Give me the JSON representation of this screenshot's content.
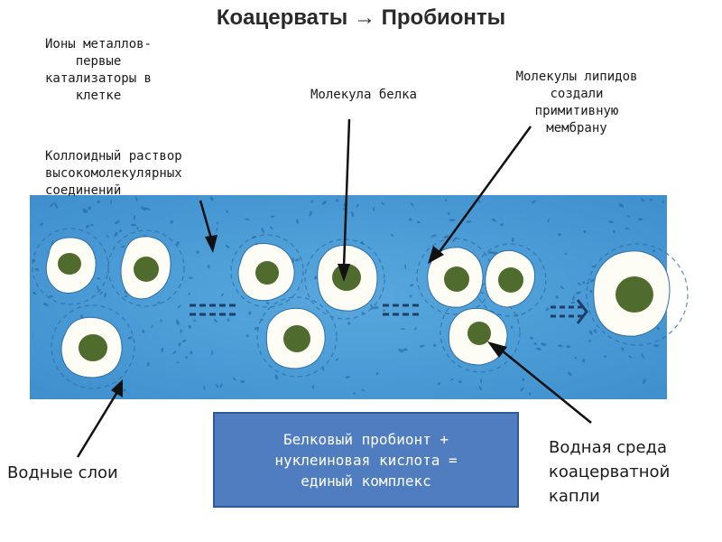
{
  "title": "Коацерваты → Пробионты",
  "labels": {
    "metal_ions": [
      "Ионы металлов-",
      "первые",
      "катализаторы в",
      "клетке"
    ],
    "protein_molecule": [
      "Молекула белка"
    ],
    "lipid_molecules": [
      "Молекулы  липидов",
      "создали",
      "примитивную",
      "мембрану"
    ],
    "colloid_solution": [
      "Коллоидный раствор",
      "высокомолекулярных",
      "соединений"
    ],
    "water_layers": [
      "Водные слои"
    ],
    "aqueous_medium": [
      "Водная среда",
      "коацерватной",
      "капли"
    ]
  },
  "infobox": {
    "text": "Белковый пробионт +\nнуклеиновая кислота =\nединый комплекс"
  },
  "colors": {
    "background_medium": "#4b9cd6",
    "droplet_shell": "#fdfdf5",
    "nucleus": "#4f6b2e",
    "arrow": "#111111",
    "infobox": "#4f7dc0"
  }
}
